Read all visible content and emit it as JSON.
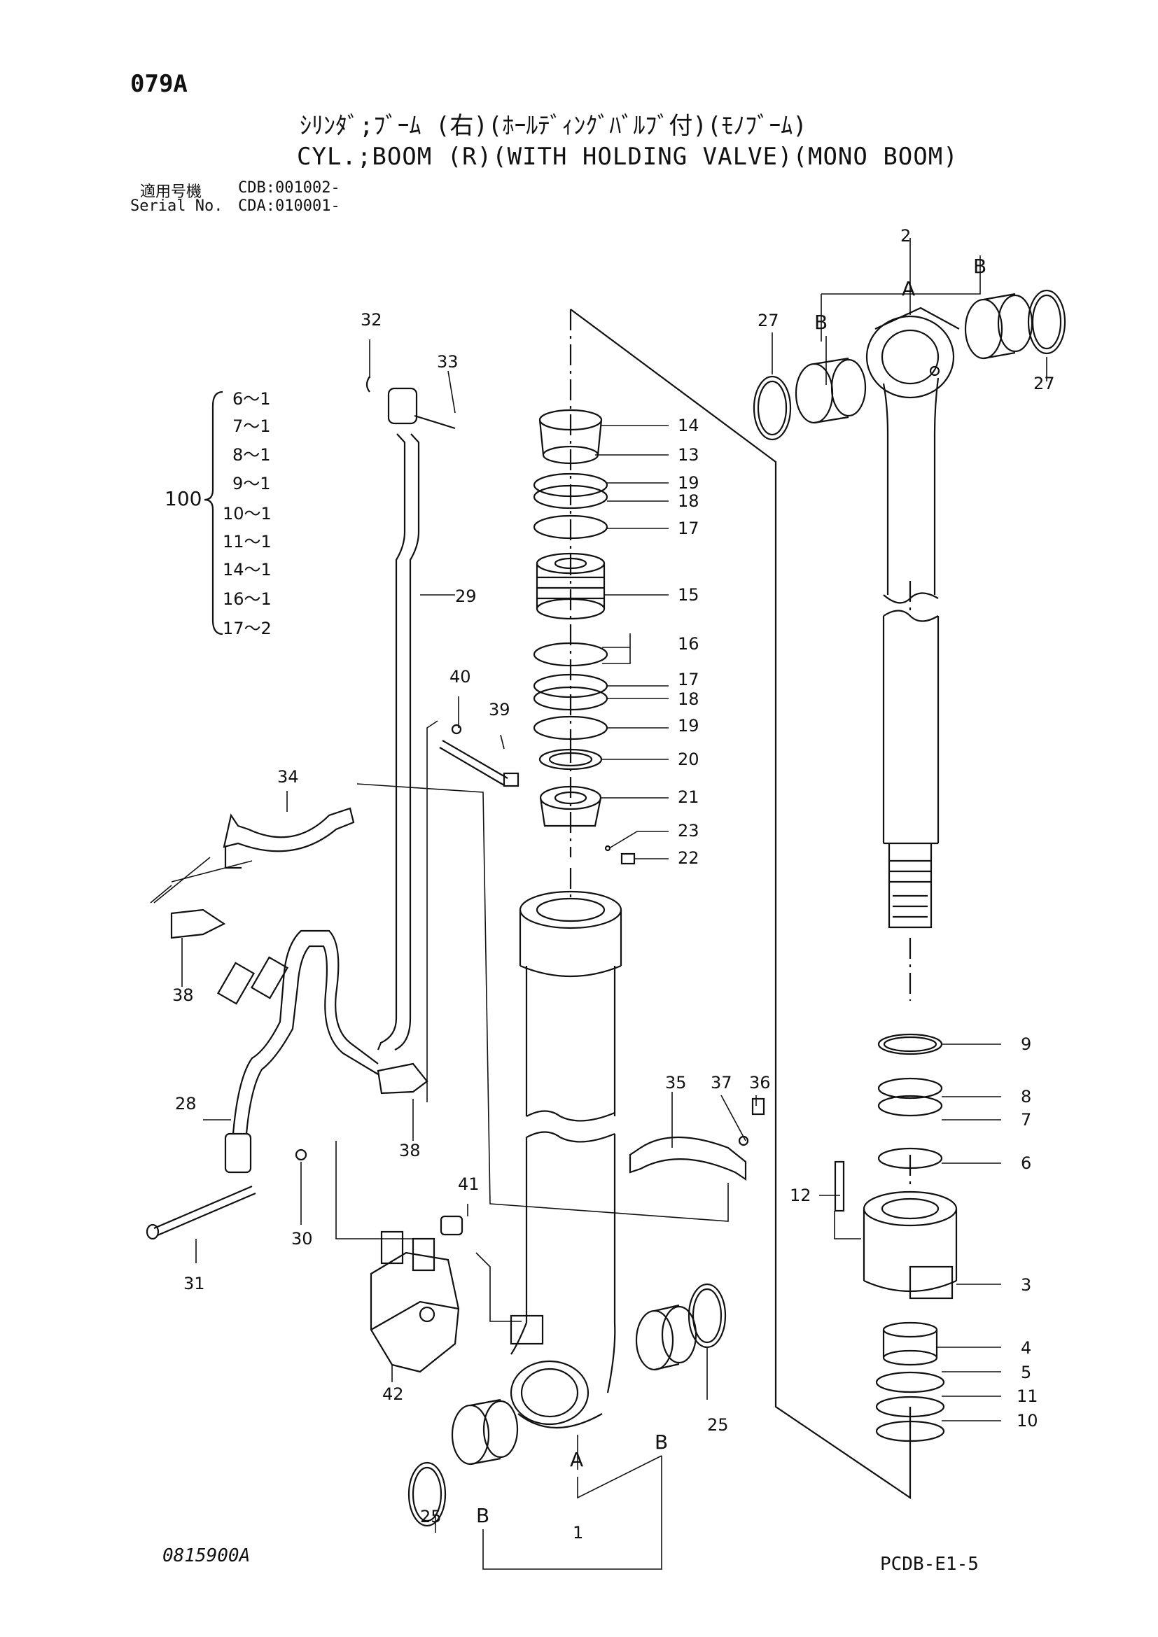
{
  "header": {
    "page_code": "079A",
    "title_jp": "ｼﾘﾝﾀﾞ;ﾌﾞｰﾑ (右)(ﾎｰﾙﾃﾞｨﾝｸﾞﾊﾞﾙﾌﾞ付)(ﾓﾉﾌﾞｰﾑ)",
    "title_en": "CYL.;BOOM (R)(WITH HOLDING VALVE)(MONO BOOM)",
    "serial_label_jp": "適用号機",
    "serial_label_en": "Serial No.",
    "serial_1": "CDB:001002-",
    "serial_2": "CDA:010001-"
  },
  "kit": {
    "number": "100",
    "items": [
      "6～1",
      "7～1",
      "8～1",
      "9～1",
      "10～1",
      "11～1",
      "14～1",
      "16～1",
      "17～2"
    ]
  },
  "callouts": {
    "c1": "1",
    "c2": "2",
    "c3": "3",
    "c4": "4",
    "c5": "5",
    "c6": "6",
    "c7": "7",
    "c8": "8",
    "c9": "9",
    "c10": "10",
    "c11": "11",
    "c12": "12",
    "c13": "13",
    "c14": "14",
    "c15": "15",
    "c16": "16",
    "c17a": "17",
    "c17b": "17",
    "c18a": "18",
    "c18b": "18",
    "c19a": "19",
    "c19b": "19",
    "c20": "20",
    "c21": "21",
    "c22": "22",
    "c23": "23",
    "c25a": "25",
    "c25b": "25",
    "c27a": "27",
    "c27b": "27",
    "c28": "28",
    "c29": "29",
    "c30": "30",
    "c31": "31",
    "c32": "32",
    "c33": "33",
    "c34": "34",
    "c35": "35",
    "c36": "36",
    "c37": "37",
    "c38a": "38",
    "c38b": "38",
    "c39": "39",
    "c40": "40",
    "c41": "41",
    "c42": "42",
    "A_top": "A",
    "B_top_left": "B",
    "B_top_right": "B",
    "A_bottom": "A",
    "B_bottom_left": "B",
    "B_bottom_right": "B"
  },
  "footer": {
    "drawing_no": "0815900A",
    "page_ref": "PCDB-E1-5"
  }
}
